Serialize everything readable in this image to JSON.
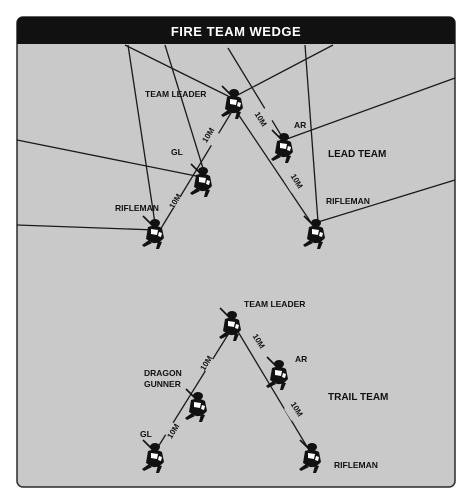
{
  "title": "FIRE TEAM WEDGE",
  "distance_label": "10M",
  "lead_team": {
    "name": "LEAD TEAM",
    "members": {
      "team_leader": "TEAM LEADER",
      "automatic_rifleman": "AR",
      "grenadier": "GL",
      "rifleman_left": "RIFLEMAN",
      "rifleman_right": "RIFLEMAN"
    },
    "distances": [
      "10M",
      "10M",
      "10M",
      "10M"
    ]
  },
  "trail_team": {
    "name": "TRAIL TEAM",
    "members": {
      "team_leader": "TEAM LEADER",
      "automatic_rifleman": "AR",
      "dragon_gunner_line1": "DRAGON",
      "dragon_gunner_line2": "GUNNER",
      "grenadier": "GL",
      "rifleman": "RIFLEMAN"
    },
    "distances": [
      "10M",
      "10M",
      "10M",
      "10M"
    ]
  },
  "colors": {
    "background": "#c9c9c9",
    "title_bar": "#111111",
    "ink": "#111111"
  }
}
